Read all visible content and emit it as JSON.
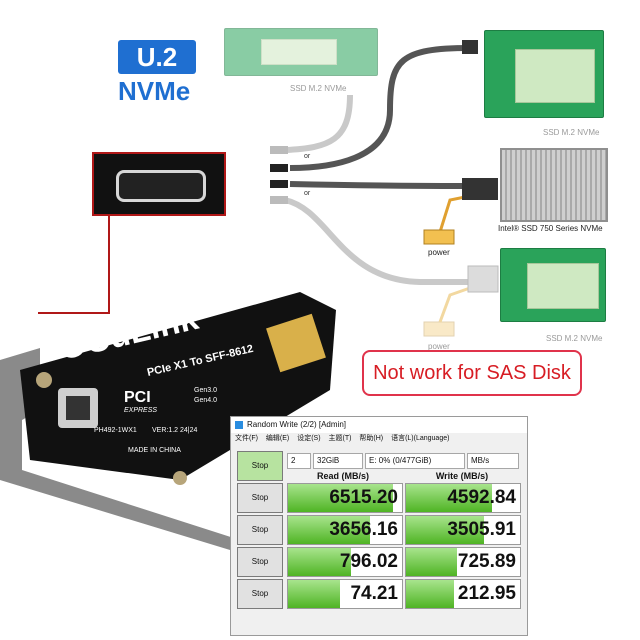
{
  "badge": {
    "line1": "U.2",
    "line2": "NVMe"
  },
  "board": {
    "title": "OCuLink",
    "subtitle": "PCIe X1 To SFF-8612",
    "pci_line1": "PCI",
    "pci_line2": "EXPRESS",
    "gen3": "Gen3.0",
    "gen4": "Gen4.0",
    "model": "PH492-1WX1",
    "version": "VER:1.2  24|24",
    "made_in": "MADE IN CHINA"
  },
  "captions": {
    "top_left": "SSD M.2 NVMe",
    "top_right": "SSD M.2 NVMe",
    "middle": "Intel® SSD 750 Series NVMe",
    "power1": "power",
    "power2": "power",
    "bottom_right": "SSD M.2 NVMe",
    "or1": "or",
    "or2": "or"
  },
  "note": "Not work for SAS Disk",
  "benchmark": {
    "title": "Random Write (2/2) [Admin]",
    "menu": [
      "文件(F)",
      "编辑(E)",
      "设定(S)",
      "主题(T)",
      "帮助(H)",
      "语言(L)(Language)"
    ],
    "stop_main": "Stop",
    "count": "2",
    "size": "32GiB",
    "drive": "E: 0% (0/477GiB)",
    "unit": "MB/s",
    "col_read": "Read (MB/s)",
    "col_write": "Write (MB/s)",
    "rows": [
      {
        "label": "Stop",
        "read": "6515.20",
        "write": "4592.84",
        "read_fill": 0.92,
        "write_fill": 0.75
      },
      {
        "label": "Stop",
        "read": "3656.16",
        "write": "3505.91",
        "read_fill": 0.72,
        "write_fill": 0.68
      },
      {
        "label": "Stop",
        "read": "796.02",
        "write": "725.89",
        "read_fill": 0.55,
        "write_fill": 0.45
      },
      {
        "label": "Stop",
        "read": "74.21",
        "write": "212.95",
        "read_fill": 0.46,
        "write_fill": 0.42
      }
    ]
  },
  "colors": {
    "accent_blue": "#1f6fd1",
    "note_red": "#d71d24",
    "bar_green": "#4fb424"
  }
}
